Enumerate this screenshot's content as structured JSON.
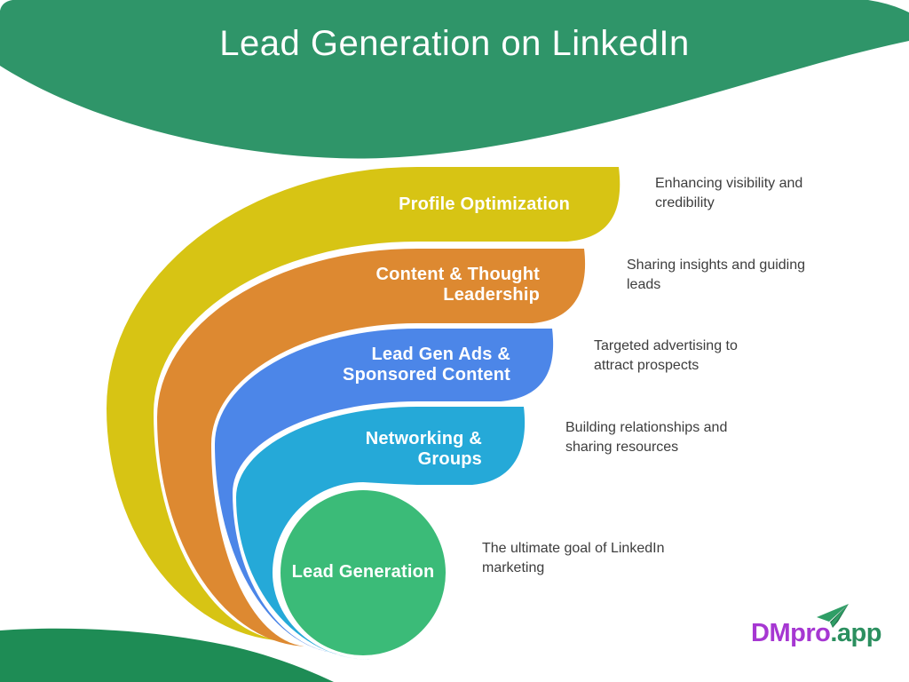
{
  "title": "Lead Generation on LinkedIn",
  "colors": {
    "header_green": "#2f9569",
    "bottom_blob_green": "#1e8c55",
    "label_text": "#ffffff",
    "description_text": "#3d3d3d"
  },
  "layers": [
    {
      "id": "profile-optimization",
      "label": "Profile Optimization",
      "description": "Enhancing visibility and\ncredibility",
      "color": "#d7c414"
    },
    {
      "id": "content-thought-leadership",
      "label": "Content & Thought\nLeadership",
      "description": "Sharing insights and guiding\nleads",
      "color": "#dd8931"
    },
    {
      "id": "lead-gen-ads-sponsored-content",
      "label": "Lead Gen Ads &\nSponsored Content",
      "description": "Targeted advertising to\nattract prospects",
      "color": "#4c86e8"
    },
    {
      "id": "networking-groups",
      "label": "Networking &\nGroups",
      "description": "Building relationships and\nsharing resources",
      "color": "#25a9d8"
    },
    {
      "id": "lead-generation",
      "label": "Lead Generation",
      "description": "The ultimate goal of LinkedIn\nmarketing",
      "color": "#3bbb78"
    }
  ],
  "logo": {
    "name_primary": "DMpro",
    "name_suffix": ".app",
    "icon": "paper-plane-icon",
    "plane_green": "#2f9e66",
    "plane_dark_green": "#22744b"
  }
}
